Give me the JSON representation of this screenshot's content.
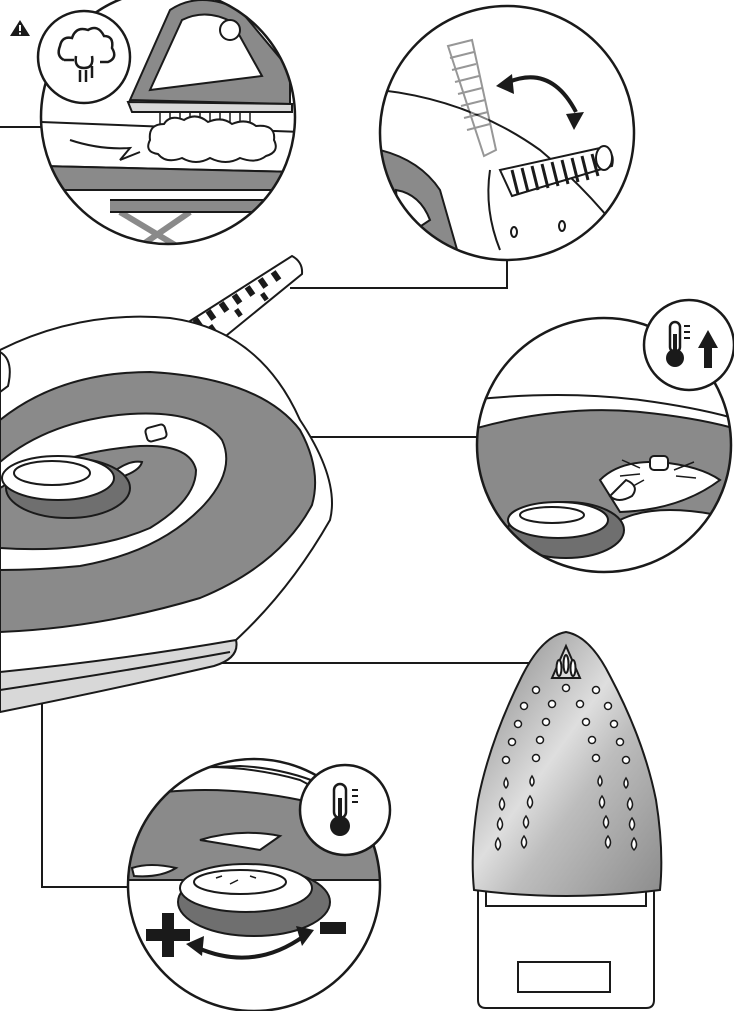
{
  "palette": {
    "dark_gray": "#8a8a8a",
    "mid_gray": "#a9a9a9",
    "light_gray": "#d9d9d9",
    "outline": "#1a1a1a",
    "background": "#ffffff"
  },
  "labels": {
    "plus_sign": "+",
    "minus_sign": "−"
  },
  "icons": [
    "warning-icon",
    "steam-cloud-icon",
    "thermometer-up-icon",
    "thermometer-icon",
    "rotate-arrow-icon",
    "temperature-dial-arrow-icon"
  ],
  "callouts": [
    "steam-ironing-detail",
    "cord-swivel-detail",
    "temperature-light-detail",
    "temperature-dial-detail",
    "soleplate-detail"
  ]
}
